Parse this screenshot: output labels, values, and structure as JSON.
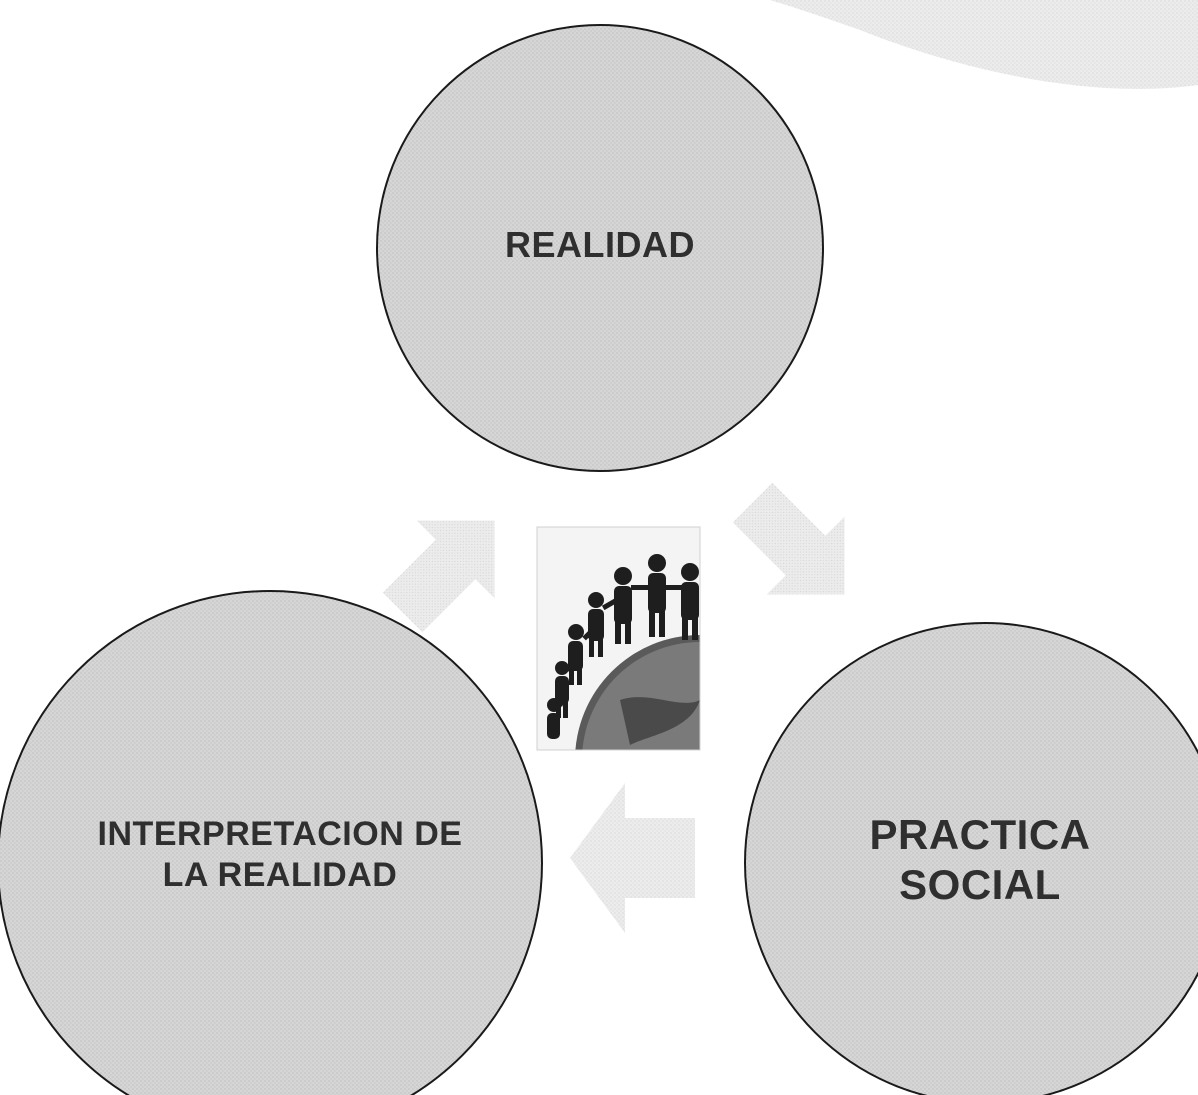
{
  "nodes": {
    "top": "REALIDAD",
    "left": "INTERPRETACION DE\nLA REALIDAD",
    "right": "PRACTICA\nSOCIAL"
  },
  "center_image": {
    "icon": "people-around-globe-icon"
  },
  "colors": {
    "circle_fill": "#d9d9d9",
    "circle_stroke": "#1a1a1a",
    "arrow_fill": "#e6e6e6",
    "text": "#2f2f2f"
  }
}
